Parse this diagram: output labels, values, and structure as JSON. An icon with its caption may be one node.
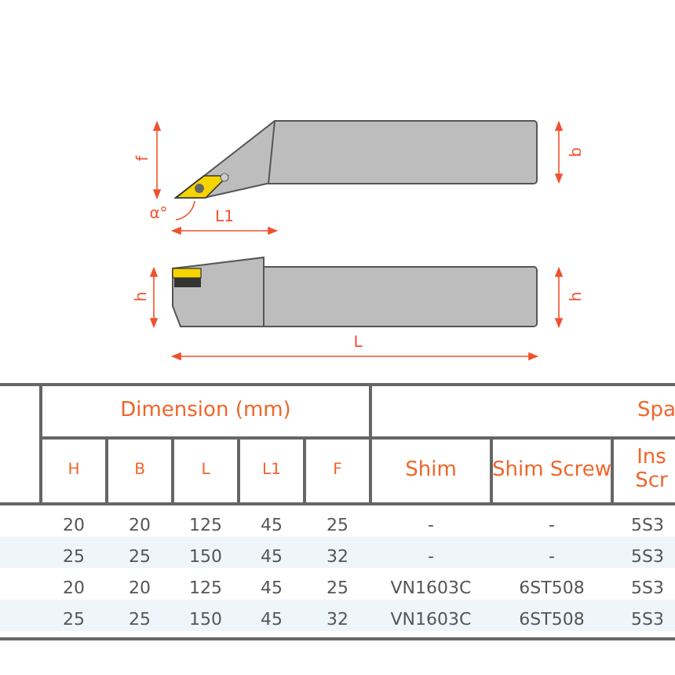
{
  "diagram": {
    "labels": [
      "f",
      "b",
      "α°",
      "L1",
      "h",
      "h",
      "L",
      "Dimension (mm)",
      "Spa",
      "H",
      "B",
      "L",
      "L1",
      "F",
      "Shim",
      "Shim Screw",
      "Ins Scr",
      "20",
      "20",
      "125",
      "45",
      "25",
      "-",
      "-",
      "5S3",
      "25",
      "25",
      "150",
      "45",
      "32",
      "-",
      "-",
      "5S3",
      "20",
      "20",
      "125",
      "45",
      "25",
      "VN1603C",
      "6ST508",
      "5S3",
      "25",
      "25",
      "150",
      "45",
      "32",
      "VN1603C",
      "6ST508",
      "5S3"
    ]
  }
}
